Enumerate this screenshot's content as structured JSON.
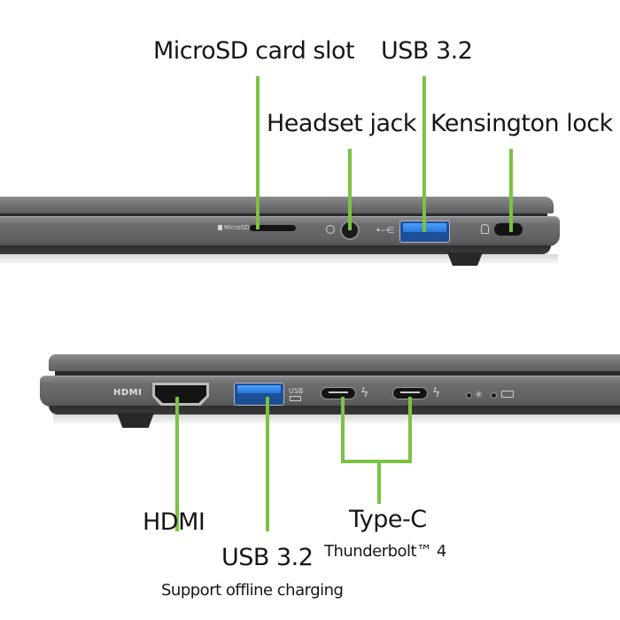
{
  "top_view": {
    "labels": {
      "microsd": "MicroSD card slot",
      "usb": "USB 3.2",
      "headset": "Headset jack",
      "kensington": "Kensington lock"
    },
    "port_markings": {
      "microsd": "MicroSD"
    }
  },
  "bottom_view": {
    "labels": {
      "hdmi": "HDMI",
      "usb": "USB 3.2",
      "usb_note": "Support offline charging",
      "typec": "Type-C",
      "typec_note": "Thunderbolt™ 4"
    },
    "port_markings": {
      "hdmi": "HDMI",
      "usb": "USB"
    }
  },
  "icons": {
    "microsd": "sd-card-icon",
    "headset": "headset-icon",
    "usb": "usb-trident-icon",
    "kensington": "lock-icon",
    "thunderbolt": "lightning-bolt-icon",
    "power_led": "power-light-icon",
    "battery": "battery-charging-icon"
  },
  "colors": {
    "callout_line": "#7cc242",
    "usb_port_blue": "#2f7fd6",
    "chassis": "#6e6e71"
  }
}
